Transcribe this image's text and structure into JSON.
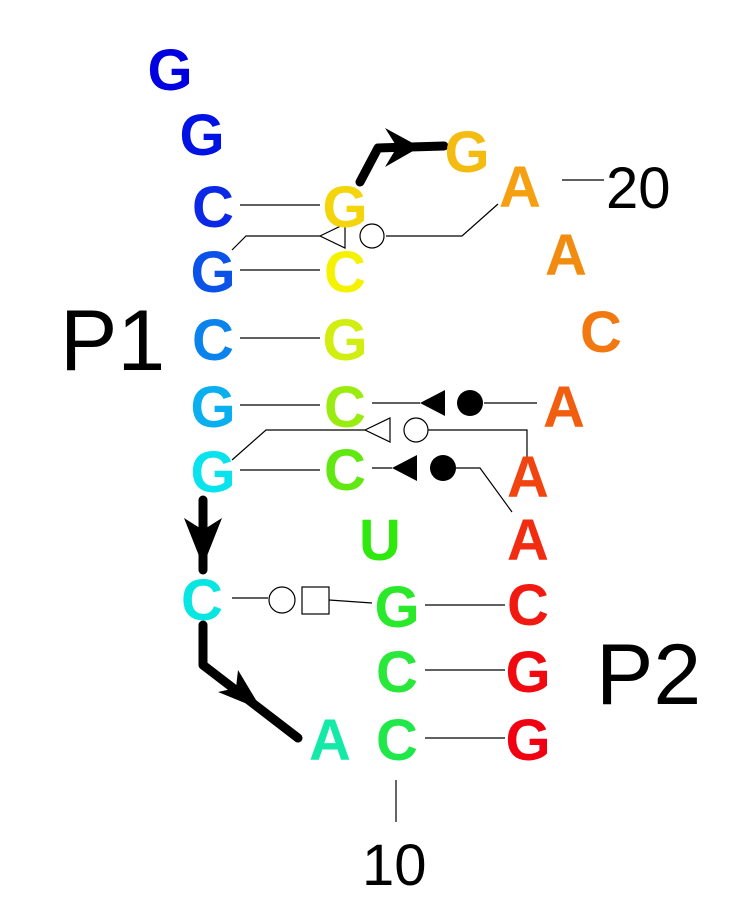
{
  "structure": {
    "labels": {
      "p1": "P1",
      "p2": "P2"
    },
    "position_labels": {
      "ten": "10",
      "twenty": "20"
    },
    "nucleotides": [
      {
        "letter": "G",
        "color": "#0000e0"
      },
      {
        "letter": "G",
        "color": "#0012e4"
      },
      {
        "letter": "C",
        "color": "#0a28e6"
      },
      {
        "letter": "G",
        "color": "#0a52e8"
      },
      {
        "letter": "C",
        "color": "#0a84ec"
      },
      {
        "letter": "G",
        "color": "#0aaff0"
      },
      {
        "letter": "G",
        "color": "#08e3ee"
      },
      {
        "letter": "C",
        "color": "#08e6e2"
      },
      {
        "letter": "A",
        "color": "#14eaa8"
      },
      {
        "letter": "C",
        "color": "#20e84a"
      },
      {
        "letter": "C",
        "color": "#2ae83a"
      },
      {
        "letter": "G",
        "color": "#2ae82a"
      },
      {
        "letter": "U",
        "color": "#2ee80e"
      },
      {
        "letter": "C",
        "color": "#60e810"
      },
      {
        "letter": "C",
        "color": "#9aec10"
      },
      {
        "letter": "G",
        "color": "#d2ee10"
      },
      {
        "letter": "C",
        "color": "#f4f200"
      },
      {
        "letter": "G",
        "color": "#f4d40a"
      },
      {
        "letter": "G",
        "color": "#f4bc10"
      },
      {
        "letter": "A",
        "color": "#f4a010"
      },
      {
        "letter": "A",
        "color": "#f28c10"
      },
      {
        "letter": "C",
        "color": "#f27810"
      },
      {
        "letter": "A",
        "color": "#f25e10"
      },
      {
        "letter": "A",
        "color": "#f24410"
      },
      {
        "letter": "A",
        "color": "#f22c10"
      },
      {
        "letter": "C",
        "color": "#f21a10"
      },
      {
        "letter": "G",
        "color": "#f00a10"
      },
      {
        "letter": "G",
        "color": "#f00010"
      }
    ]
  }
}
